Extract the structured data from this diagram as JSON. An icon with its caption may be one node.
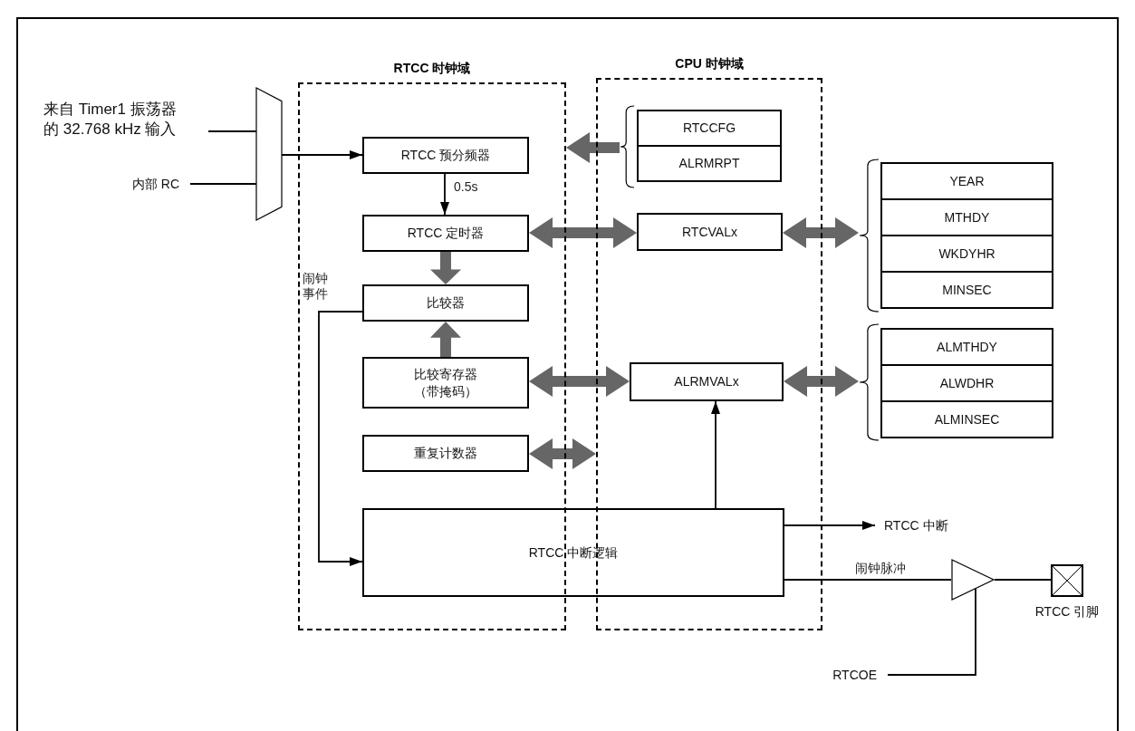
{
  "diagram": {
    "nodes": [
      {
        "text": [
          "RTCC 时钟域"
        ]
      },
      {
        "text": [
          "CPU 时钟域"
        ]
      },
      {
        "text": [
          "来自 Timer1 振荡器的 32.768 kHz 输入"
        ]
      },
      {
        "text": [
          "内部 RC"
        ]
      },
      {
        "text": [],
        "shape": "trapezoid"
      },
      {
        "text": [
          "RTCC 预分频器"
        ],
        "in": 0
      },
      {
        "text": [
          "RTCC 定时器"
        ],
        "in": 0
      },
      {
        "text": [
          "比较器"
        ],
        "in": 0
      },
      {
        "text": [
          "比较寄存器（带掩码）"
        ],
        "in": 0
      },
      {
        "text": [
          "重复计数器"
        ],
        "in": 0
      },
      {
        "text": [
          "RTCC 中断逻辑"
        ]
      },
      {
        "text": [],
        "shape": "brace",
        "in": 1
      },
      {
        "text": [
          "RTCCFG"
        ],
        "in": 1
      },
      {
        "text": [
          "ALRMRPT"
        ],
        "in": 1
      },
      {
        "text": [
          "RTCVALx"
        ],
        "in": 1
      },
      {
        "text": [
          "ALRMVALx"
        ],
        "in": 1
      },
      {
        "text": [],
        "shape": "brace"
      },
      {
        "text": [
          "YEAR"
        ]
      },
      {
        "text": [
          "MTHDY"
        ]
      },
      {
        "text": [
          "WKDYHR"
        ]
      },
      {
        "text": [
          "MINSEC"
        ]
      },
      {
        "text": [],
        "shape": "brace"
      },
      {
        "text": [
          "ALMTHDY"
        ]
      },
      {
        "text": [
          "ALWDHR"
        ]
      },
      {
        "text": [
          "ALMINSEC"
        ]
      },
      {
        "text": [
          "RTCC 中断"
        ]
      },
      {
        "text": [],
        "shape": "triangle"
      },
      {
        "text": [],
        "shape": "box",
        "beside": [
          "RTCC 引脚"
        ]
      },
      {
        "text": [
          "RTCOE"
        ]
      }
    ],
    "edges": [
      {
        "from": 2,
        "to": 4,
        "arrow": "none"
      },
      {
        "from": 3,
        "to": 4,
        "arrow": "none"
      },
      {
        "from": 4,
        "to": 5,
        "arrow": "to"
      },
      {
        "from": 5,
        "to": 6,
        "arrow": "to",
        "label": "0.5s"
      },
      {
        "from": 6,
        "to": 7,
        "arrow": "to",
        "style": "thick",
        "color": "#666666"
      },
      {
        "from": 8,
        "to": 7,
        "arrow": "to",
        "style": "thick",
        "color": "#666666"
      },
      {
        "from": 7,
        "to": 10,
        "arrow": "to",
        "label": "闹钟事件"
      },
      {
        "from": 6,
        "to": 14,
        "arrow": "both",
        "style": "thick",
        "color": "#666666"
      },
      {
        "from": 8,
        "to": 15,
        "arrow": "both",
        "style": "thick",
        "color": "#666666"
      },
      {
        "from": 9,
        "to": 1,
        "arrow": "both",
        "style": "thick",
        "color": "#666666"
      },
      {
        "from": 11,
        "to": 0,
        "arrow": "to",
        "style": "thick",
        "color": "#666666"
      },
      {
        "from": 14,
        "to": 16,
        "arrow": "both",
        "style": "thick",
        "color": "#666666"
      },
      {
        "from": 15,
        "to": 21,
        "arrow": "both",
        "style": "thick",
        "color": "#666666"
      },
      {
        "from": 10,
        "to": 15,
        "arrow": "to"
      },
      {
        "from": 10,
        "to": 25,
        "arrow": "to"
      },
      {
        "from": 10,
        "to": 26,
        "arrow": "none",
        "label": "闹钟脉冲"
      },
      {
        "from": 26,
        "to": 27,
        "arrow": "none"
      },
      {
        "from": 28,
        "to": 26,
        "arrow": "none"
      }
    ]
  }
}
